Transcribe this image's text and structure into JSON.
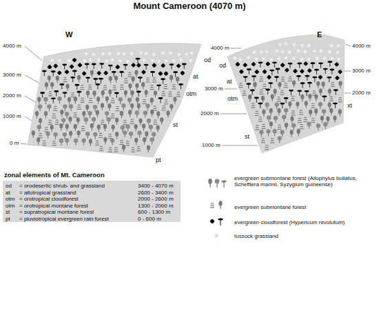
{
  "diagram": {
    "title": "Mount Cameroon (4070 m)",
    "labels": [
      "W",
      "E",
      "4000 m",
      "3000 m",
      "2000 m",
      "1000 m",
      "0 m",
      "4000 m",
      "3000 m",
      "2000 m",
      "1000 m",
      "4000 m",
      "3000 m",
      "2000 m",
      "od",
      "at",
      "otm",
      "st",
      "pt",
      "od",
      "at",
      "otm",
      "st",
      "xt",
      "zonal elements of Mt. Cameroon",
      "od",
      "= orodesertic shrub- and grassland",
      "3400 - 4070 m",
      "at",
      "= altotropical grassland",
      "2600 - 3400 m",
      "otm",
      "= orotropical cloudforest",
      "2000 - 2600 m",
      "otm",
      "= orotropical montane forest",
      "1300 - 2000 m",
      "st",
      "= supratropical montane forest",
      "600 - 1300 m",
      "pt",
      "= pluviotropical evergreen rain forest",
      "0 - 600 m"
    ],
    "legend": [
      {
        "text": "evergreen submontane forest (Allophylus bullatus, Schefflera mannii, Syzygium guineense)"
      },
      {
        "text": "evergreen submontane forest"
      },
      {
        "text": "evergreen cloudforest (Hypericum revolutum)"
      },
      {
        "text": "tussock grassland"
      }
    ]
  }
}
